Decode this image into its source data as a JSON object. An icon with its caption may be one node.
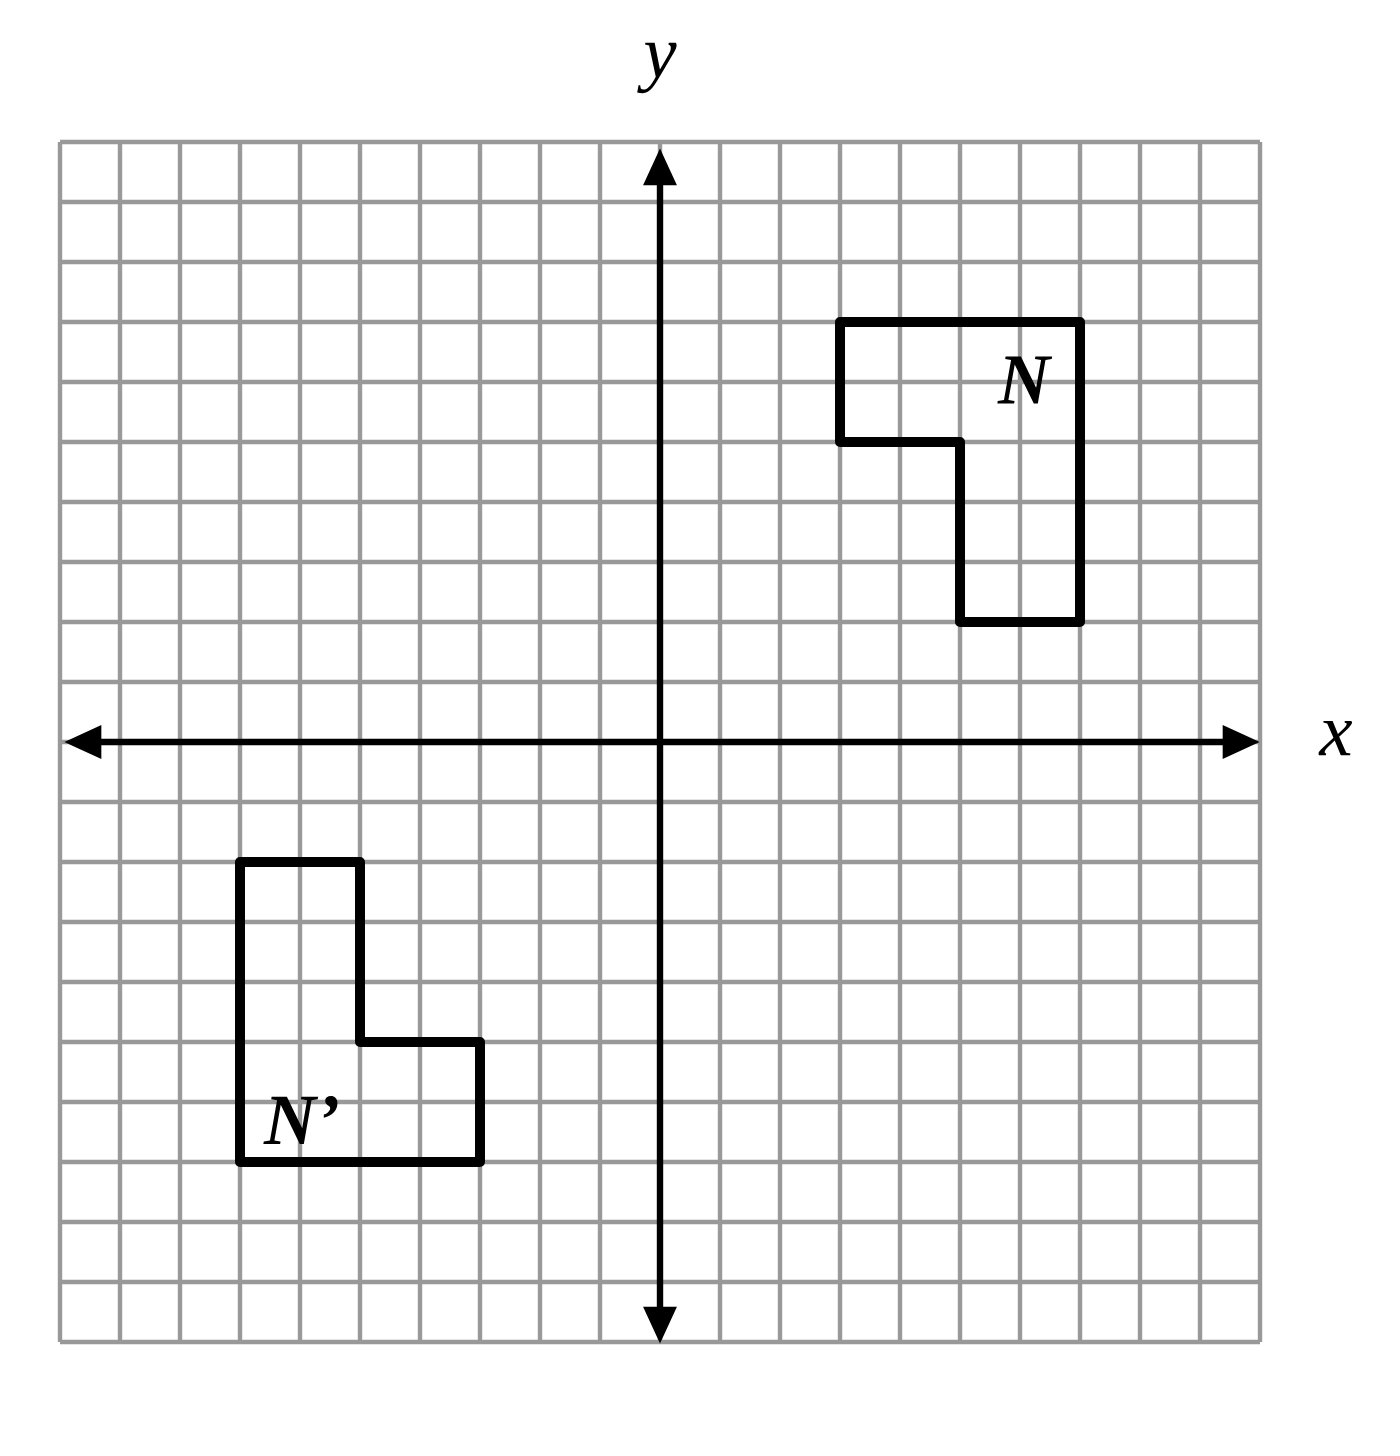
{
  "diagram": {
    "nodes": [
      {
        "text": [
          "N"
        ]
      },
      {
        "text": [
          "N’"
        ]
      }
    ],
    "labels": [
      "y",
      "x"
    ]
  }
}
